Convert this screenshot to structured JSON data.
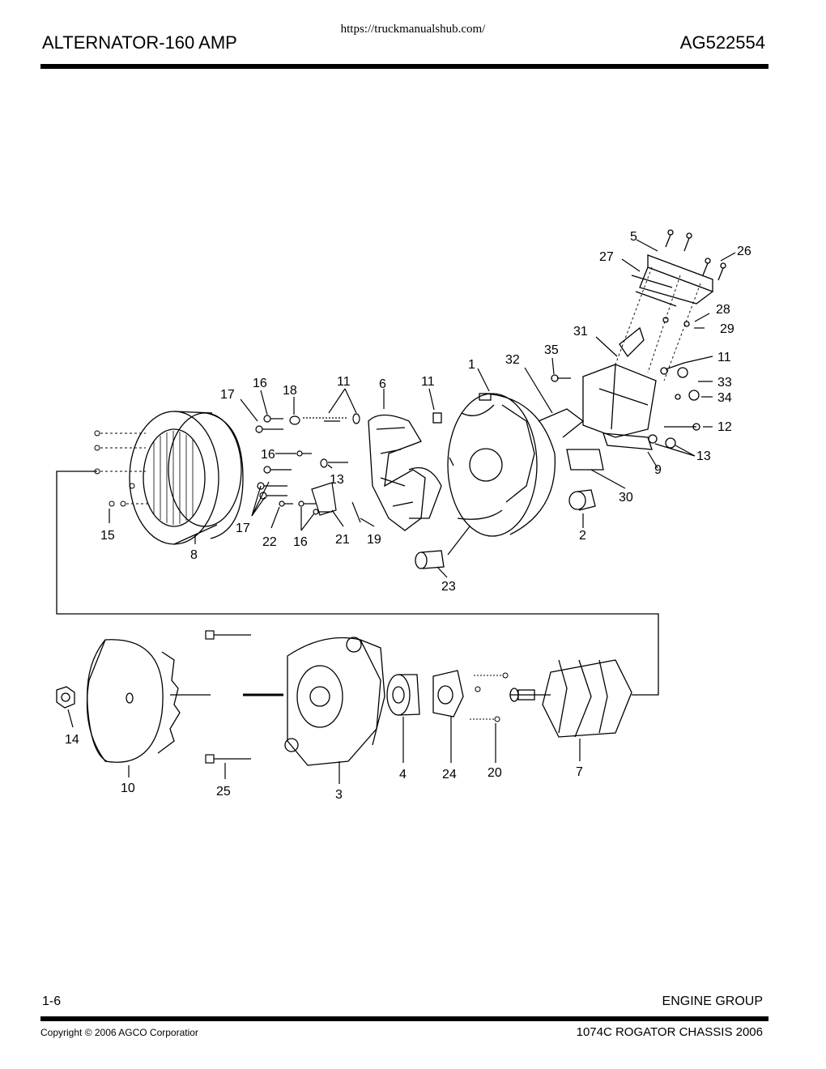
{
  "header": {
    "url": "https://truckmanualshub.com/",
    "title": "ALTERNATOR-160 AMP",
    "part_number": "AG522554"
  },
  "footer": {
    "page": "1-6",
    "group": "ENGINE GROUP",
    "copyright": "Copyright © 2006 AGCO Corporatior",
    "model": "1074C ROGATOR CHASSIS 2006"
  },
  "callouts": {
    "c1": "1",
    "c2": "2",
    "c3": "3",
    "c4": "4",
    "c5": "5",
    "c6": "6",
    "c7": "7",
    "c8": "8",
    "c9": "9",
    "c10": "10",
    "c11a": "11",
    "c11b": "11",
    "c11c": "11",
    "c12": "12",
    "c13a": "13",
    "c13b": "13",
    "c14": "14",
    "c15": "15",
    "c16a": "16",
    "c16b": "16",
    "c16c": "16",
    "c17a": "17",
    "c17b": "17",
    "c18": "18",
    "c19": "19",
    "c20": "20",
    "c21": "21",
    "c22": "22",
    "c23": "23",
    "c24": "24",
    "c25": "25",
    "c26": "26",
    "c27": "27",
    "c28": "28",
    "c29": "29",
    "c30": "30",
    "c31": "31",
    "c32": "32",
    "c33": "33",
    "c34": "34",
    "c35": "35"
  }
}
